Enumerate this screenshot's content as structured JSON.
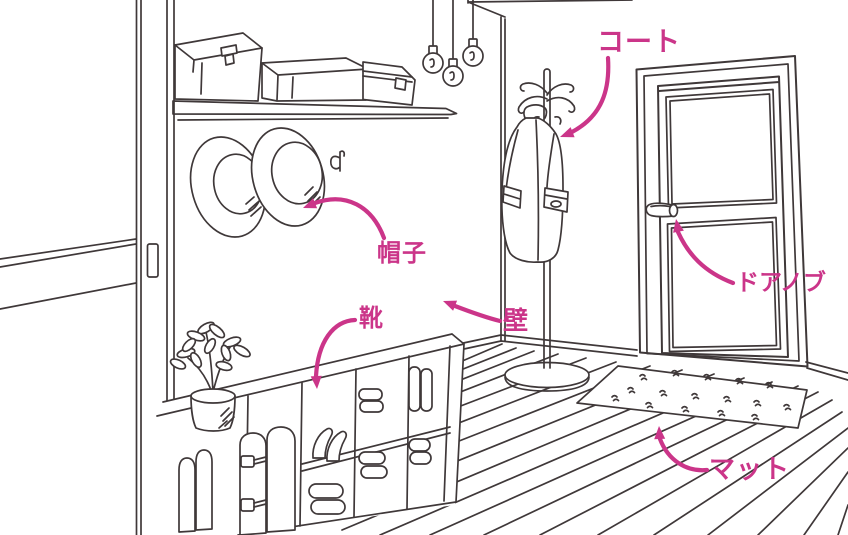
{
  "labels": {
    "coat": "コート",
    "hat": "帽子",
    "shoes": "靴",
    "wall": "壁",
    "doorknob": "ドアノブ",
    "mat": "マット"
  },
  "colors": {
    "accent": "#cb3589",
    "line": "#3f3839",
    "background": "#ffffff"
  }
}
